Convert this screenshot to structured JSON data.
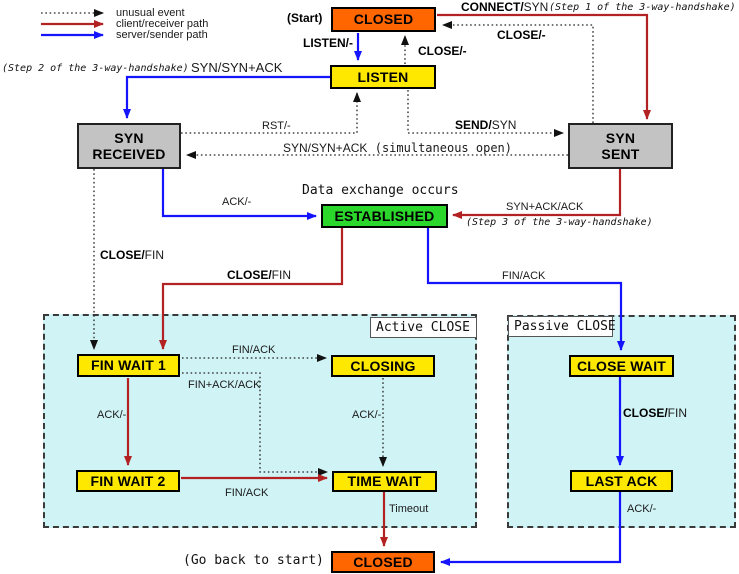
{
  "colors": {
    "orange": "#FF6600",
    "yellow": "#FFE800",
    "gray": "#C3C3C3",
    "green": "#2BD72B",
    "cyan": "#D0F3F5",
    "red": "#B22222",
    "blue": "#1414FF",
    "panel_border": "#3a3a3a"
  },
  "legend": {
    "unusual": "unusual event",
    "client": "client/receiver path",
    "server": "server/sender path"
  },
  "states": {
    "closed_top": "CLOSED",
    "listen": "LISTEN",
    "syn_received_1": "SYN",
    "syn_received_2": "RECEIVED",
    "syn_sent_1": "SYN",
    "syn_sent_2": "SENT",
    "established": "ESTABLISHED",
    "fin_wait_1": "FIN WAIT 1",
    "closing": "CLOSING",
    "close_wait": "CLOSE WAIT",
    "fin_wait_2": "FIN WAIT 2",
    "time_wait": "TIME WAIT",
    "last_ack": "LAST ACK",
    "closed_bottom": "CLOSED"
  },
  "panels": {
    "active": "Active CLOSE",
    "passive": "Passive CLOSE"
  },
  "annotations": {
    "start": "(Start)",
    "step1": "(Step 1 of the 3-way-handshake)",
    "step2": "(Step 2 of the 3-way-handshake)",
    "step3": "(Step 3 of the 3-way-handshake)",
    "data_exchange": "Data exchange occurs",
    "go_back": "(Go back to start)",
    "simultaneous": "(simultaneous open)"
  },
  "transitions": {
    "connect": {
      "bold": "CONNECT/",
      "rest": "SYN"
    },
    "listen_cmd": {
      "bold": "LISTEN/-",
      "rest": ""
    },
    "close_listen": {
      "bold": "CLOSE/-",
      "rest": ""
    },
    "close_synsent": {
      "bold": "CLOSE/-",
      "rest": ""
    },
    "step2_syn": "SYN/SYN+ACK",
    "send": {
      "bold": "SEND/",
      "rest": "SYN"
    },
    "rst": "RST/-",
    "simul_syn": "SYN/SYN+ACK",
    "synack_ack": "SYN+ACK/ACK",
    "ack_estab": "ACK/-",
    "close_fin_dotted": {
      "bold": "CLOSE/",
      "rest": "FIN"
    },
    "close_fin_red": {
      "bold": "CLOSE/",
      "rest": "FIN"
    },
    "fin_ack_blue": "FIN/ACK",
    "fin_ack_closing": "FIN/ACK",
    "fin_ack_ack": "FIN+ACK/ACK",
    "ack_fw": "ACK/-",
    "ack_closing": "ACK/-",
    "fin_ack_red": "FIN/ACK",
    "close_fin_cw": {
      "bold": "CLOSE/",
      "rest": "FIN"
    },
    "timeout": "Timeout",
    "ack_last": "ACK/-"
  }
}
